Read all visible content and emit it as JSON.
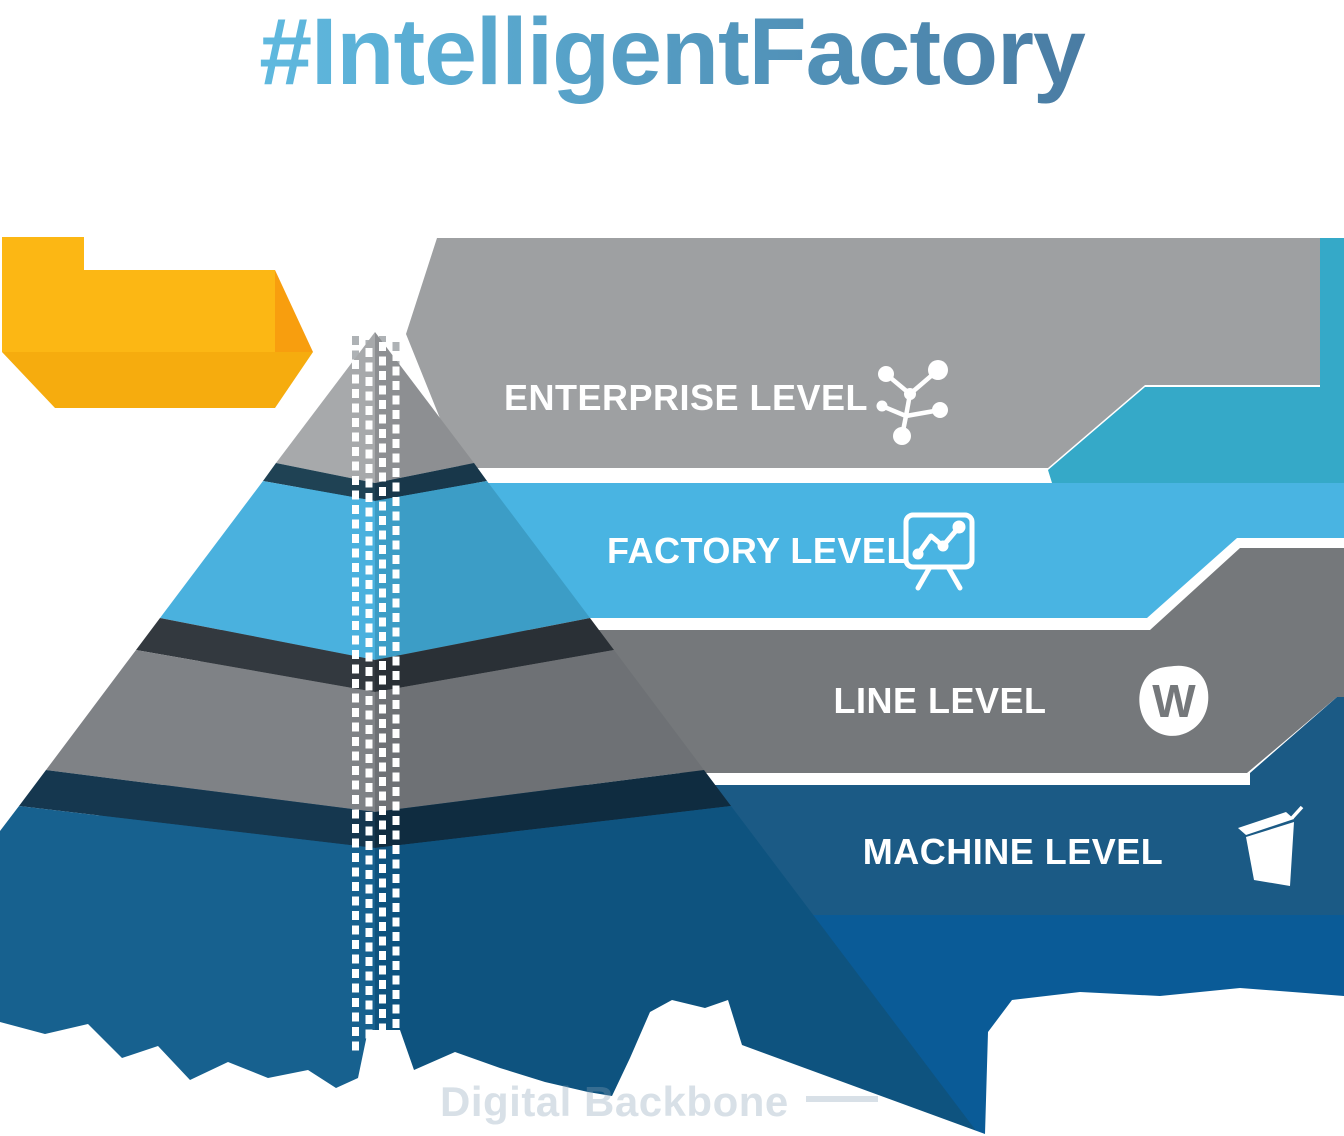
{
  "title": "#IntelligentFactory",
  "title_gradient": {
    "start": "#5FB9DF",
    "end": "#4A7CA3"
  },
  "levels": [
    {
      "label": "ENTERPRISE LEVEL",
      "icon": "network-icon",
      "color": "#9EA0A2"
    },
    {
      "label": "FACTORY LEVEL",
      "icon": "presentation-chart-icon",
      "color": "#49B4E2"
    },
    {
      "label": "LINE LEVEL",
      "icon": "wonderware-w-icon",
      "color": "#75787B"
    },
    {
      "label": "MACHINE LEVEL",
      "icon": "machine-box-icon",
      "color": "#1B5A85"
    }
  ],
  "backbone_label": "Digital Backbone",
  "wonderware_letter": "W",
  "palette": {
    "enterprise": "#9EA0A2",
    "enterprise_step": "#35A9C8",
    "factory": "#49B4E2",
    "line": "#75787B",
    "machine": "#1B5A85",
    "backbone": "#0A5B97",
    "banner_top": "#FCB714",
    "banner_bottom": "#F6AC0E",
    "banner_fold": "#F89E0E",
    "apex_left": "#A7A9AB",
    "apex_right": "#8D8F92",
    "factory_left": "#4AB1DE",
    "factory_right": "#3C9DC6",
    "line_left": "#7F8286",
    "line_right": "#6E7175",
    "machine_left": "#17618F",
    "machine_right": "#0E537F",
    "sep1_left": "#1F4254",
    "sep1_right": "#18374A",
    "sep2_left": "#33393F",
    "sep2_right": "#2A3036",
    "sep3_left": "#15374F",
    "sep3_right": "#0F2C40",
    "ghost": "#8AA3B8",
    "dash_gray": "#AEB2B5",
    "white": "#FFFFFF"
  }
}
